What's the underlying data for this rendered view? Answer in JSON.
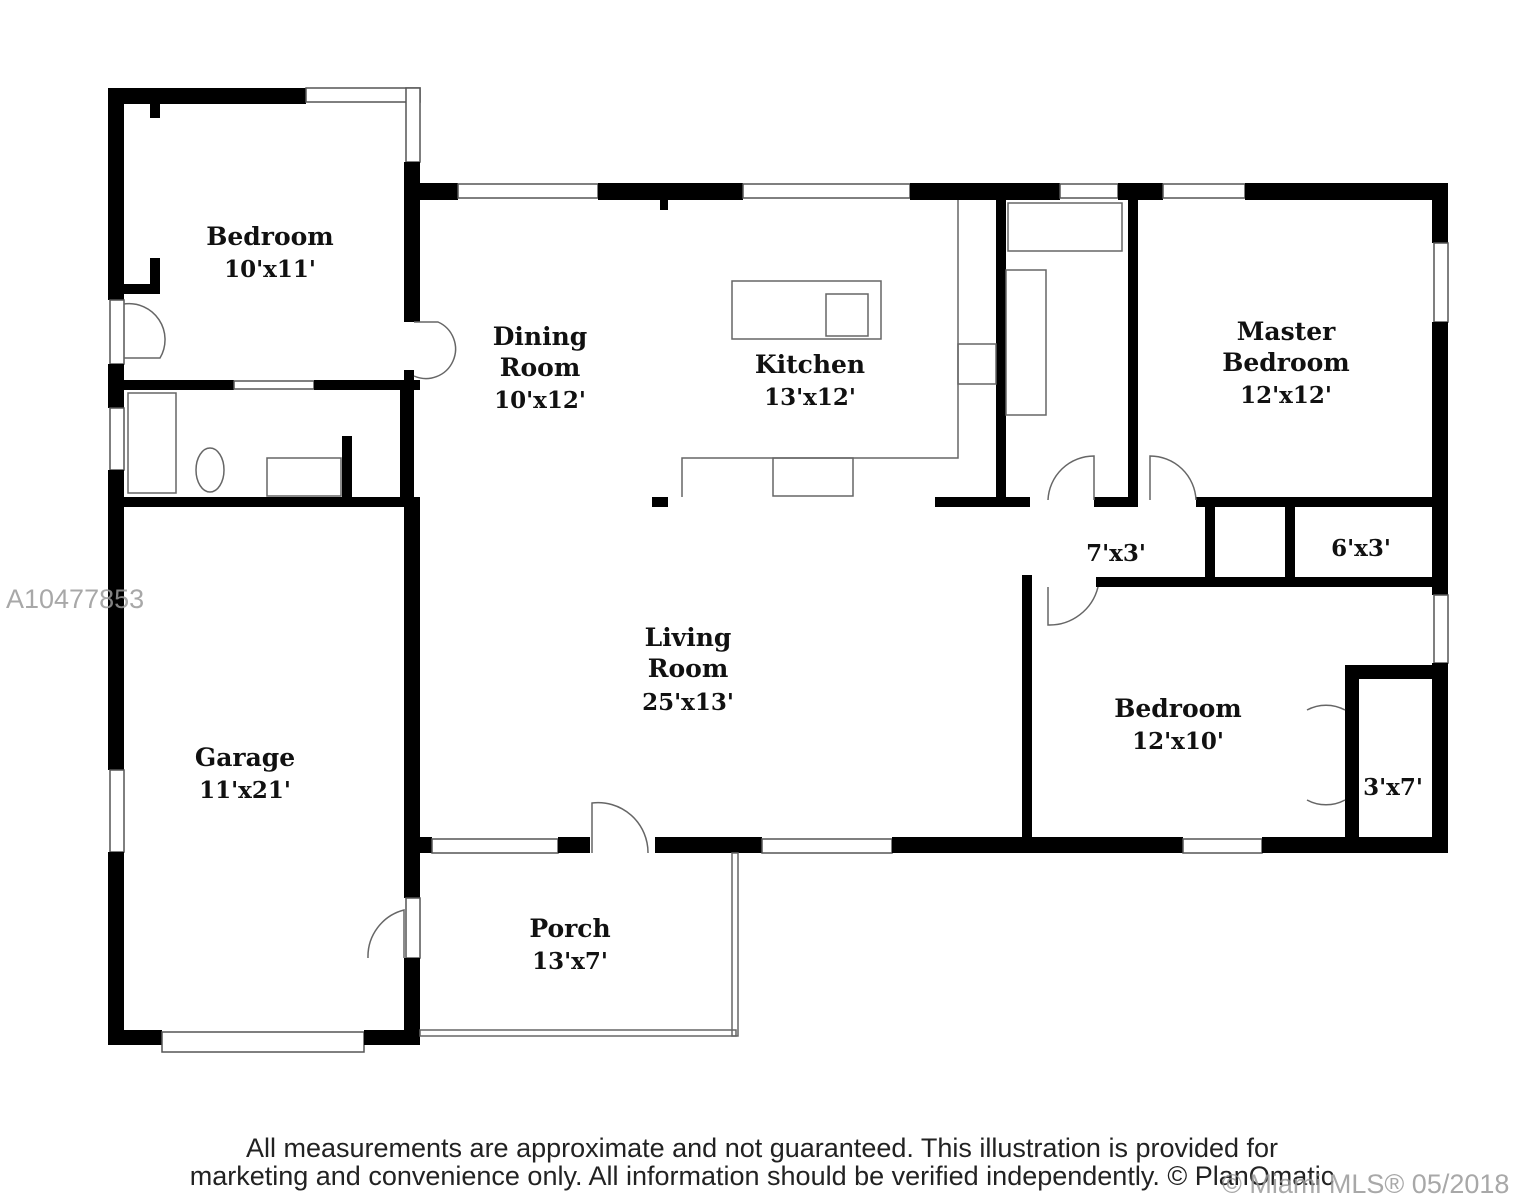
{
  "rooms": {
    "bedroom_nw": {
      "name": "Bedroom",
      "size": "10'x11'"
    },
    "dining": {
      "name_line1": "Dining",
      "name_line2": "Room",
      "size": "10'x12'"
    },
    "kitchen": {
      "name": "Kitchen",
      "size": "13'x12'"
    },
    "master": {
      "name_line1": "Master",
      "name_line2": "Bedroom",
      "size": "12'x12'"
    },
    "hall_closet": {
      "size": "7'x3'"
    },
    "closet_master": {
      "size": "6'x3'"
    },
    "living": {
      "name_line1": "Living",
      "name_line2": "Room",
      "size": "25'x13'"
    },
    "bedroom_se": {
      "name": "Bedroom",
      "size": "12'x10'"
    },
    "closet_se": {
      "size": "3'x7'"
    },
    "garage": {
      "name": "Garage",
      "size": "11'x21'"
    },
    "porch": {
      "name": "Porch",
      "size": "13'x7'"
    }
  },
  "disclaimer": {
    "line1": "All measurements are approximate and not guaranteed. This illustration is provided for",
    "line2": "marketing and convenience only. All information should be verified independently. © PlanOmatic"
  },
  "watermarks": {
    "listing_id": "A10477853",
    "copyright": "© Miami MLS® 05/2018"
  }
}
